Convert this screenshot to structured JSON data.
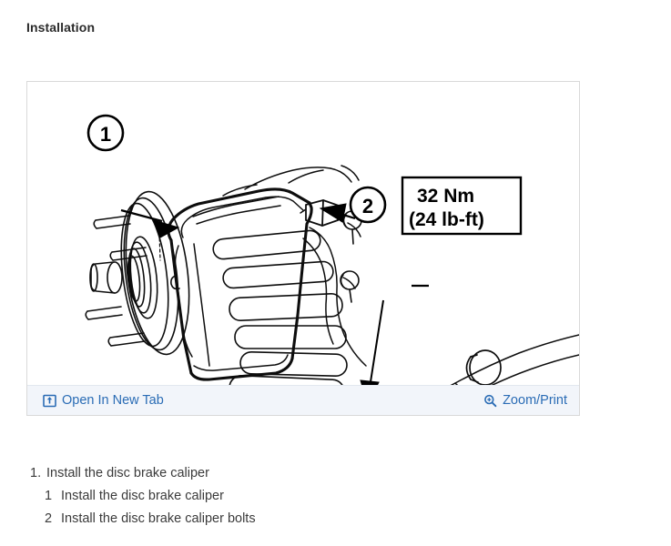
{
  "page": {
    "title": "Installation"
  },
  "figure": {
    "alt": "disc-brake-caliper-installation-diagram",
    "callouts": [
      {
        "id": "1",
        "label": "1"
      },
      {
        "id": "2",
        "label": "2"
      }
    ],
    "torque_spec": {
      "metric": "32 Nm",
      "imperial": "(24 lb-ft)"
    },
    "toolbar": {
      "open_in_new_tab_label": "Open In New Tab",
      "open_in_new_tab_icon": "open-in-new-tab-icon",
      "zoom_print_label": "Zoom/Print",
      "zoom_print_icon": "magnifier-plus-icon",
      "link_color": "#2a6cb5",
      "background_color": "#f2f5fa"
    }
  },
  "steps": [
    {
      "number": "1.",
      "text": "Install the disc brake caliper",
      "level": 1
    },
    {
      "number": "1",
      "text": "Install the disc brake caliper",
      "level": 2
    },
    {
      "number": "2",
      "text": "Install the disc brake caliper bolts",
      "level": 2
    }
  ]
}
